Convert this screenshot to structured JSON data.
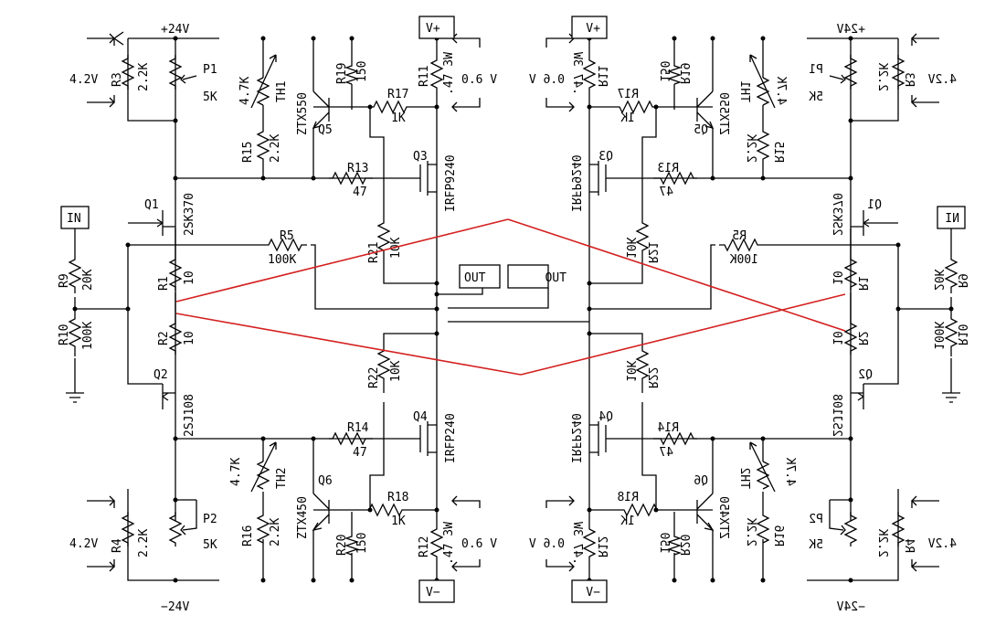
{
  "left": {
    "ports": {
      "vplus": "V+",
      "vminus": "V−",
      "in": "IN",
      "out": "OUT"
    },
    "rails": {
      "pos": "+24V",
      "neg": "−24V"
    },
    "bias": {
      "top": "4.2V",
      "bottom": "4.2V"
    },
    "sense": {
      "top": "0.6 V",
      "bottom": "0.6 V"
    },
    "r3": {
      "name": "R3",
      "value": "2.2K"
    },
    "r4": {
      "name": "R4",
      "value": "2.2K"
    },
    "p1": {
      "name": "P1",
      "value": "5K"
    },
    "p2": {
      "name": "P2",
      "value": "5K"
    },
    "th1": {
      "name": "TH1",
      "value": "4.7K"
    },
    "th2": {
      "name": "TH2",
      "value": "4.7K"
    },
    "r15": {
      "name": "R15",
      "value": "2.2K"
    },
    "r16": {
      "name": "R16",
      "value": "2.2K"
    },
    "q5": {
      "name": "Q5",
      "part": "ZTX550"
    },
    "q6": {
      "name": "Q6",
      "part": "ZTX450"
    },
    "r19": {
      "name": "R19",
      "value": "150"
    },
    "r20": {
      "name": "R20",
      "value": "150"
    },
    "r17": {
      "name": "R17",
      "value": "1K"
    },
    "r18": {
      "name": "R18",
      "value": "1K"
    },
    "r11": {
      "name": "R11",
      "value": ".47 3W"
    },
    "r12": {
      "name": "R12",
      "value": ".47 3W"
    },
    "r13": {
      "name": "R13",
      "value": "47"
    },
    "r14": {
      "name": "R14",
      "value": "47"
    },
    "q3": {
      "name": "Q3",
      "part": "IRFP9240"
    },
    "q4": {
      "name": "Q4",
      "part": "IRFP240"
    },
    "q1": {
      "name": "Q1",
      "part": "2SK370"
    },
    "q2": {
      "name": "Q2",
      "part": "2SJ108"
    },
    "r5": {
      "name": "R5",
      "value": "100K"
    },
    "r21": {
      "name": "R21",
      "value": "10K"
    },
    "r22": {
      "name": "R22",
      "value": "10K"
    },
    "r1": {
      "name": "R1",
      "value": "10"
    },
    "r2": {
      "name": "R2",
      "value": "10"
    },
    "r9": {
      "name": "R9",
      "value": "20K"
    },
    "r10": {
      "name": "R10",
      "value": "100K"
    }
  },
  "right": {
    "ports": {
      "vplus": "+V",
      "vminus": "−V",
      "in": "NI",
      "out": "TUO"
    },
    "rails": {
      "pos": "+24V",
      "neg": "−24V"
    },
    "bias": {
      "top": "4.2V",
      "bottom": "4.2V"
    },
    "sense": {
      "top": "0.6 V",
      "bottom": "0.6 V"
    },
    "r3": {
      "name": "R3",
      "value": "2.2K"
    },
    "r4": {
      "name": "R4",
      "value": "2.2K"
    },
    "p1": {
      "name": "P1",
      "value": "5K"
    },
    "p2": {
      "name": "P2",
      "value": "5K"
    },
    "th1": {
      "name": "TH1",
      "value": "4.7K"
    },
    "th2": {
      "name": "TH2",
      "value": "4.7K"
    },
    "r15": {
      "name": "R15",
      "value": "2.2K"
    },
    "r16": {
      "name": "R16",
      "value": "2.2K"
    },
    "q5": {
      "name": "Q5",
      "part": "ZTX550"
    },
    "q6": {
      "name": "Q6",
      "part": "ZTX450"
    },
    "r19": {
      "name": "R19",
      "value": "150"
    },
    "r20": {
      "name": "R20",
      "value": "150"
    },
    "r17": {
      "name": "R17",
      "value": "1K"
    },
    "r18": {
      "name": "R18",
      "value": "1K"
    },
    "r11": {
      "name": "R11",
      "value": ".47 3W"
    },
    "r12": {
      "name": "R12",
      "value": ".47 3W"
    },
    "r13": {
      "name": "R13",
      "value": "47"
    },
    "r14": {
      "name": "R14",
      "value": "47"
    },
    "q3": {
      "name": "Q3",
      "part": "IRFP9240"
    },
    "q4": {
      "name": "Q4",
      "part": "IRFP240"
    },
    "q1": {
      "name": "Q1",
      "part": "2SK370"
    },
    "q2": {
      "name": "Q2",
      "part": "2SJ108"
    },
    "r5": {
      "name": "R5",
      "value": "100K"
    },
    "r21": {
      "name": "R21",
      "value": "10K"
    },
    "r22": {
      "name": "R22",
      "value": "10K"
    },
    "r1": {
      "name": "R1",
      "value": "10"
    },
    "r2": {
      "name": "R2",
      "value": "10"
    },
    "r9": {
      "name": "R9",
      "value": "20K"
    },
    "r10": {
      "name": "R10",
      "value": "100K"
    }
  },
  "annotation_color": "#d42020"
}
